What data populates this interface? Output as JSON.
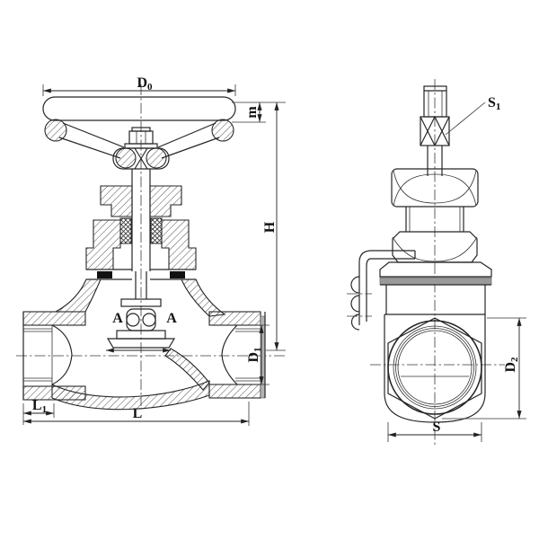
{
  "drawing": {
    "labels": {
      "d0": {
        "base": "D",
        "sub": "0"
      },
      "m": {
        "base": "m",
        "sub": ""
      },
      "h": {
        "base": "H",
        "sub": ""
      },
      "a_left": {
        "base": "A",
        "sub": ""
      },
      "a_right": {
        "base": "A",
        "sub": ""
      },
      "d1": {
        "base": "D",
        "sub": "1"
      },
      "l1": {
        "base": "L",
        "sub": "1"
      },
      "l": {
        "base": "L",
        "sub": ""
      },
      "s1": {
        "base": "S",
        "sub": "1"
      },
      "d2": {
        "base": "D",
        "sub": "2"
      },
      "s": {
        "base": "S",
        "sub": ""
      }
    },
    "colors": {
      "line": "#262626",
      "hatch": "#3d3d3d",
      "background": "#ffffff",
      "shaded_band": "#9a9a9a",
      "seal_black": "#111111",
      "cut_face_gray": "#b3b3b3"
    }
  }
}
